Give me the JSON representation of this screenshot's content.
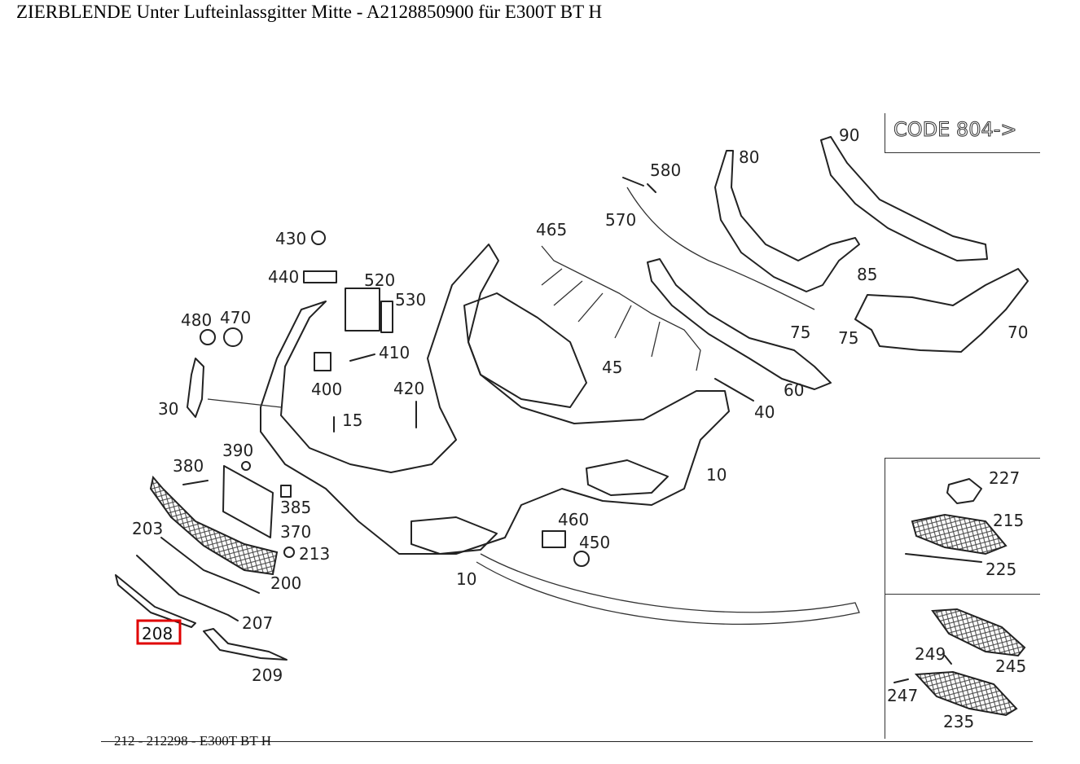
{
  "title": "ZIERBLENDE Unter Lufteinlassgitter Mitte - A2128850900 für E300T BT H",
  "code_box": "CODE 804->",
  "footer": "212 - 212298 - E300T BT H",
  "highlight_color": "#e00000",
  "highlighted_part": "208",
  "labels": {
    "p90": "90",
    "p80": "80",
    "p580": "580",
    "p570": "570",
    "p465": "465",
    "p430": "430",
    "p440": "440",
    "p520": "520",
    "p530": "530",
    "p480": "480",
    "p470": "470",
    "p410": "410",
    "p400": "400",
    "p15": "15",
    "p420": "420",
    "p30": "30",
    "p85": "85",
    "p75a": "75",
    "p75b": "75",
    "p70": "70",
    "p60": "60",
    "p45": "45",
    "p40": "40",
    "p10a": "10",
    "p10b": "10",
    "p390": "390",
    "p380": "380",
    "p385": "385",
    "p370": "370",
    "p213": "213",
    "p203": "203",
    "p200": "200",
    "p207": "207",
    "p208": "208",
    "p209": "209",
    "p460": "460",
    "p450": "450",
    "p227": "227",
    "p215": "215",
    "p225": "225",
    "p249": "249",
    "p245": "245",
    "p247": "247",
    "p235": "235"
  }
}
